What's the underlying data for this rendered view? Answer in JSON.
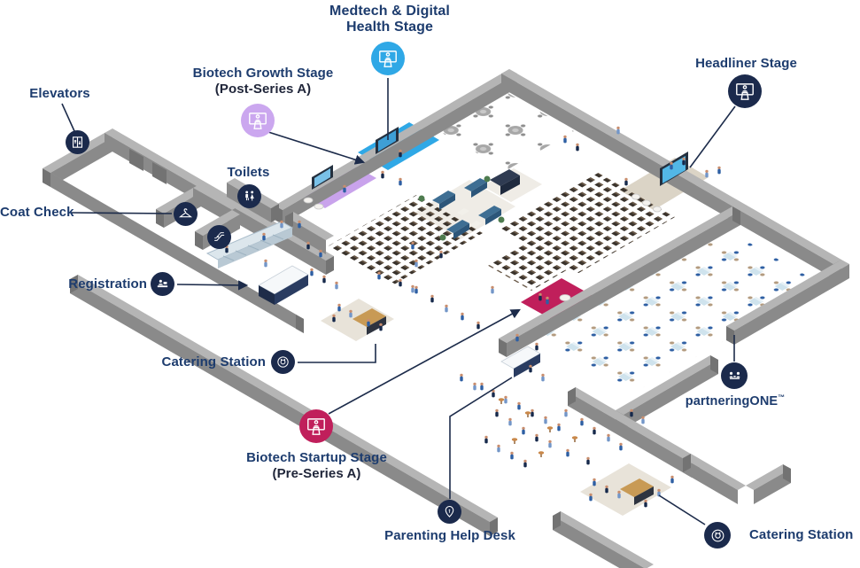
{
  "title": "Conference venue isometric floor map",
  "colors": {
    "background": "#ffffff",
    "label_text": "#1d3c6e",
    "label_subtext": "#20263a",
    "marker_navy": "#1b2a4c",
    "medtech_blue": "#2fa8e6",
    "growth_purple": "#cba7ef",
    "startup_crimson": "#c01f5b",
    "headliner_mat_beige": "#dbd4c6",
    "catering_mat_beige": "#e8e3d9",
    "wall_top_gray": "#b5b5b5",
    "wall_front_gray": "#8a8a8a",
    "leader_line": "#1c2b4a"
  },
  "markers": {
    "medtech": {
      "line1": "Medtech & Digital",
      "line2": "Health Stage",
      "icon": "stage-podium-icon",
      "color": "#2fa8e6"
    },
    "growth": {
      "line1": "Biotech Growth Stage",
      "line2": "(Post-Series A)",
      "icon": "stage-podium-icon",
      "color": "#cba7ef"
    },
    "headliner": {
      "label": "Headliner Stage",
      "icon": "stage-podium-icon",
      "color": "#1b2a4c"
    },
    "startup": {
      "line1": "Biotech Startup Stage",
      "line2": "(Pre-Series A)",
      "icon": "stage-podium-icon",
      "color": "#c01f5b"
    },
    "elevators": {
      "label": "Elevators",
      "icon": "elevator-icon",
      "color": "#1b2a4c"
    },
    "toilets": {
      "label": "Toilets",
      "icon": "toilets-icon",
      "color": "#1b2a4c"
    },
    "coat_check": {
      "label": "Coat Check",
      "icon": "coat-hanger-icon",
      "color": "#1b2a4c"
    },
    "escalator": {
      "icon": "escalator-icon",
      "color": "#1b2a4c"
    },
    "registration": {
      "label": "Registration",
      "icon": "registration-desk-icon",
      "color": "#1b2a4c"
    },
    "catering_west": {
      "label": "Catering Station",
      "icon": "catering-icon",
      "color": "#1b2a4c"
    },
    "parenting": {
      "label": "Parenting Help Desk",
      "icon": "parenting-pin-icon",
      "color": "#1b2a4c"
    },
    "partnering": {
      "name": "partneringONE",
      "trademark": "™",
      "icon": "partnering-meeting-icon",
      "color": "#1b2a4c"
    },
    "catering_southeast": {
      "label": "Catering Station",
      "icon": "catering-icon",
      "color": "#1b2a4c"
    }
  }
}
